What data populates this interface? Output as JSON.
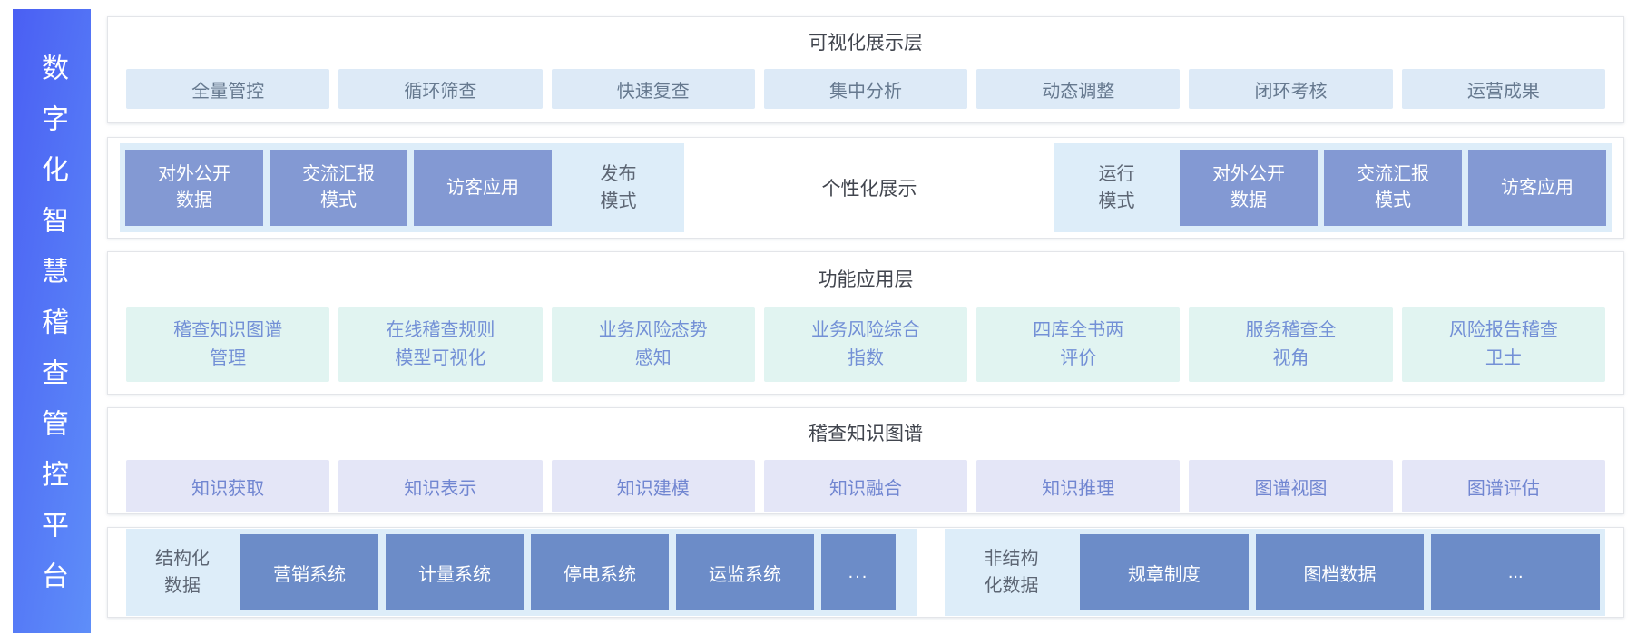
{
  "platform": {
    "title": "数字化智慧稽查管控平台"
  },
  "layers": {
    "visualization": {
      "title": "可视化展示层",
      "items": [
        "全量管控",
        "循环筛查",
        "快速复查",
        "集中分析",
        "动态调整",
        "闭环考核",
        "运营成果"
      ]
    },
    "display_modes": {
      "publish": {
        "label": "发布\n模式",
        "items": [
          "对外公开\n数据",
          "交流汇报\n模式",
          "访客应用"
        ]
      },
      "center_label": "个性化展示",
      "run": {
        "label": "运行\n模式",
        "items": [
          "对外公开\n数据",
          "交流汇报\n模式",
          "访客应用"
        ]
      }
    },
    "function": {
      "title": "功能应用层",
      "items": [
        "稽查知识图谱\n管理",
        "在线稽查规则\n模型可视化",
        "业务风险态势\n感知",
        "业务风险综合\n指数",
        "四库全书两\n评价",
        "服务稽查全\n视角",
        "风险报告稽查\n卫士"
      ]
    },
    "knowledge_graph": {
      "title": "稽查知识图谱",
      "items": [
        "知识获取",
        "知识表示",
        "知识建模",
        "知识融合",
        "知识推理",
        "图谱视图",
        "图谱评估"
      ]
    },
    "data_sources": {
      "structured": {
        "label": "结构化\n数据",
        "items": [
          "营销系统",
          "计量系统",
          "停电系统",
          "运监系统",
          "..."
        ]
      },
      "unstructured": {
        "label": "非结构\n化数据",
        "items": [
          "规章制度",
          "图档数据",
          "..."
        ]
      }
    }
  },
  "colors": {
    "sidebar_gradient_start": "#4a5ff3",
    "sidebar_gradient_end": "#5e8ef9",
    "panel_border": "#e3e5e9",
    "light_blue_chip": "#ddeaf7",
    "mint_chip": "#e1f4f1",
    "lavender_chip": "#e4e6f7",
    "mode_panel_bg": "#ddedf9",
    "mode_box_bg": "#8399d3",
    "source_box_bg": "#6c8cc8",
    "title_text": "#41454e",
    "chip_text_slate": "#66798f",
    "chip_text_blue": "#7186d1",
    "label_text": "#5c6573"
  }
}
